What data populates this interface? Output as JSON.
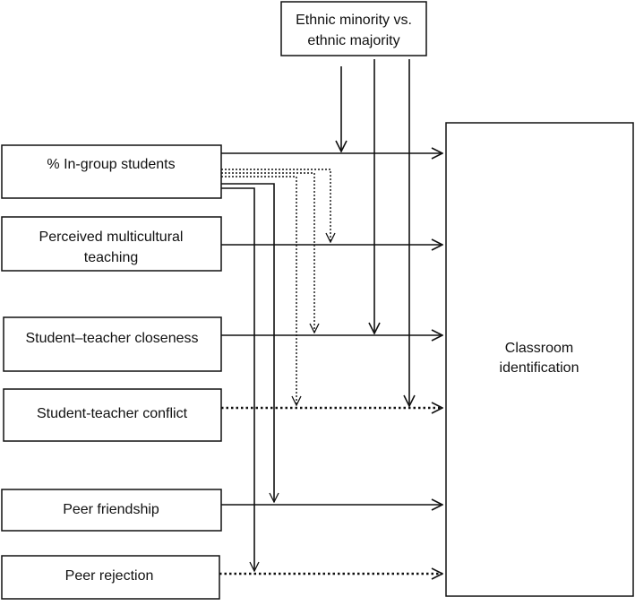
{
  "moderator": {
    "line1": "Ethnic minority vs.",
    "line2": "ethnic majority"
  },
  "predictors": [
    {
      "id": "in-group",
      "lines": [
        "% In-group students"
      ]
    },
    {
      "id": "multicultural",
      "lines": [
        "Perceived multicultural",
        "teaching"
      ]
    },
    {
      "id": "closeness",
      "lines": [
        "Student–teacher closeness"
      ]
    },
    {
      "id": "conflict",
      "lines": [
        "Student-teacher conflict"
      ]
    },
    {
      "id": "friendship",
      "lines": [
        "Peer friendship"
      ]
    },
    {
      "id": "rejection",
      "lines": [
        "Peer rejection"
      ]
    }
  ],
  "outcome": {
    "line1": "Classroom",
    "line2": "identification"
  },
  "colors": {
    "stroke": "#111111",
    "background": "#ffffff"
  },
  "line_styles": {
    "solid": "significant path",
    "dotted": "non-significant path"
  }
}
